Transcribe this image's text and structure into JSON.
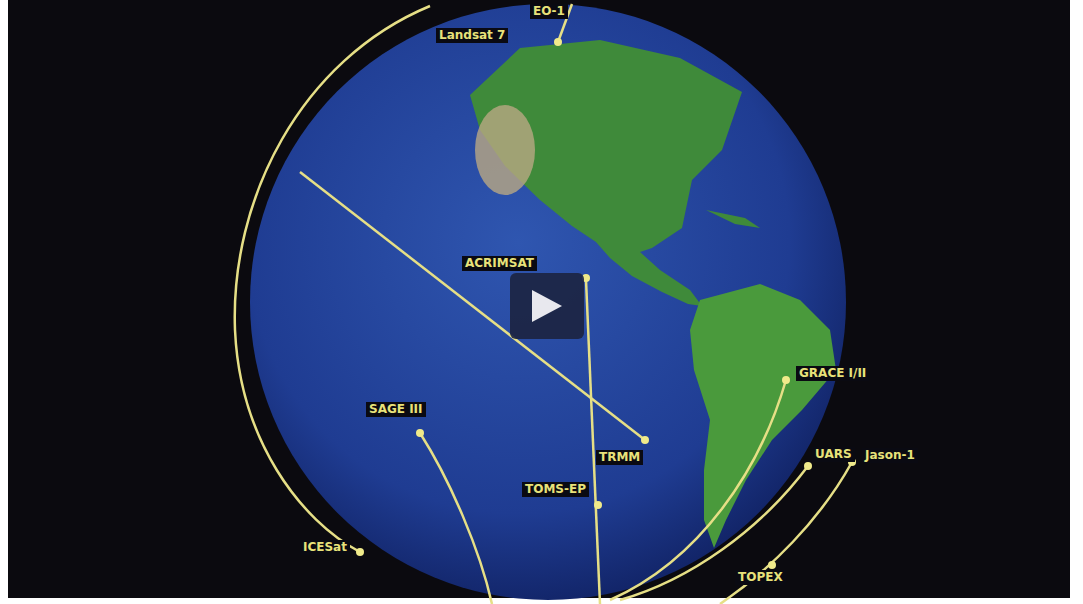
{
  "diagram": {
    "labels": [
      "EO-1",
      "Landsat 7",
      "ACRIMSAT",
      "SAGE III",
      "TRMM",
      "TOMS-EP",
      "GRACE I/II",
      "UARS",
      "Jason-1",
      "TOPEX",
      "ICESat"
    ]
  }
}
